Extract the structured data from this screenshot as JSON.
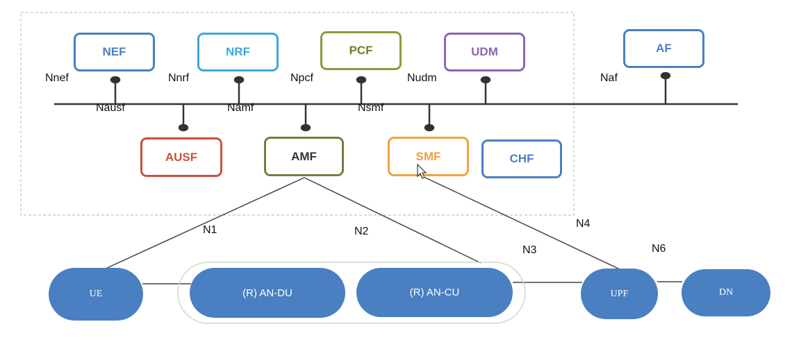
{
  "functions": {
    "nef": {
      "label": "NEF",
      "color": "#4a7fc1"
    },
    "nrf": {
      "label": "NRF",
      "color": "#3aa8d8"
    },
    "pcf": {
      "label": "PCF",
      "color": "#8a9a3a"
    },
    "udm": {
      "label": "UDM",
      "color": "#8a66b0"
    },
    "af": {
      "label": "AF",
      "color": "#4a7fc1"
    },
    "ausf": {
      "label": "AUSF",
      "color": "#c9503f"
    },
    "amf": {
      "label": "AMF",
      "color": "#7c7a3e"
    },
    "smf": {
      "label": "SMF",
      "color": "#f0a040"
    },
    "chf": {
      "label": "CHF",
      "color": "#4a7fc1"
    }
  },
  "interfaces": {
    "nnef": "Nnef",
    "nnrf": "Nnrf",
    "npcf": "Npcf",
    "nudm": "Nudm",
    "naf": "Naf",
    "nausf": "Nausf",
    "namf": "Namf",
    "nsmf": "Nsmf"
  },
  "reference_points": {
    "n1": "N1",
    "n2": "N2",
    "n3": "N3",
    "n4": "N4",
    "n6": "N6"
  },
  "nodes": {
    "ue": "UE",
    "an_du": "(R) AN-DU",
    "an_cu": "(R) AN-CU",
    "upf": "UPF",
    "dn": "DN"
  },
  "colors": {
    "bus": "#333333",
    "node_fill": "#4a7fc1",
    "dashed_border": "#b8c4d4"
  }
}
